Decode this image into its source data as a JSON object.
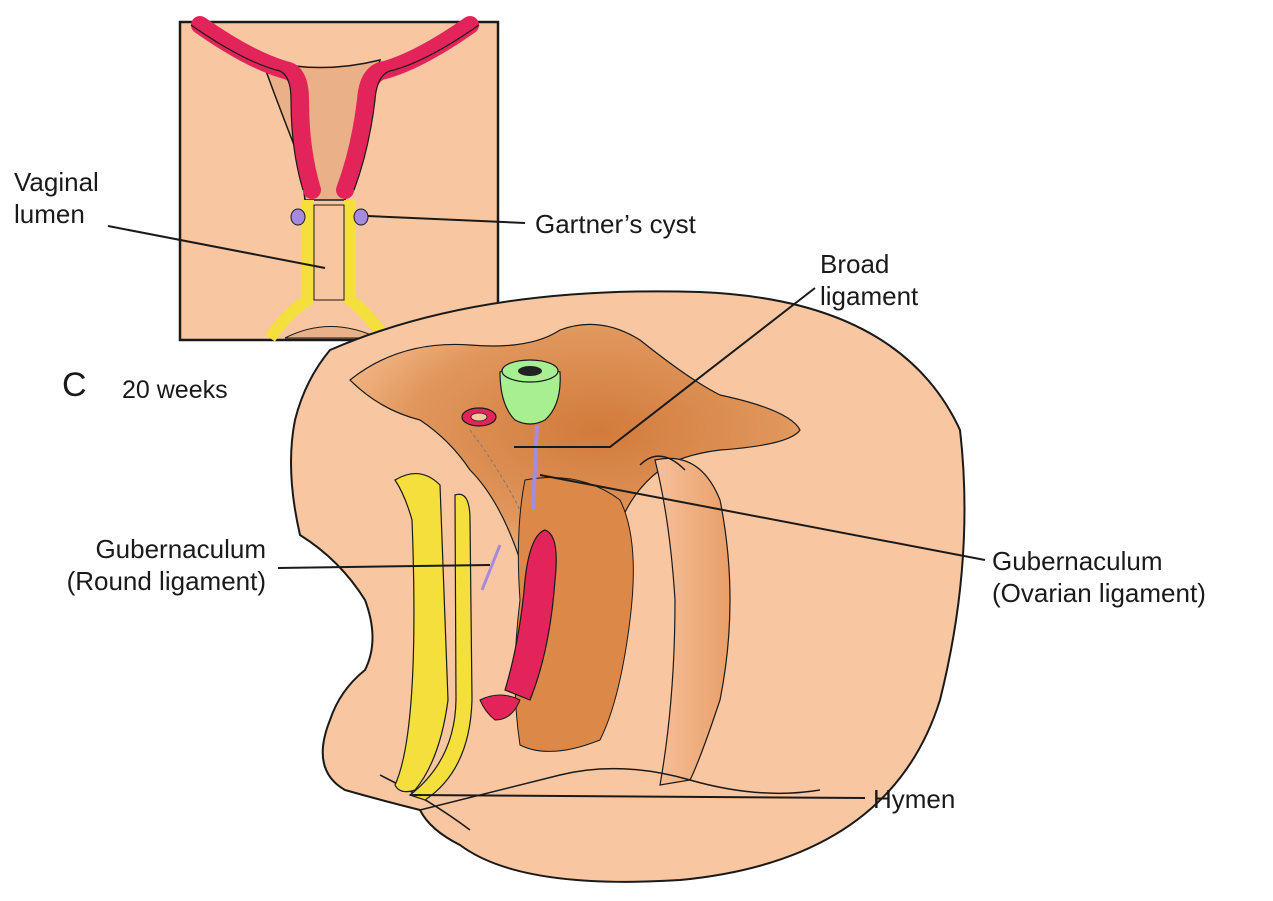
{
  "figure": {
    "panel_letter": "C",
    "stage": "20 weeks"
  },
  "labels": {
    "vaginal_lumen": [
      "Vaginal",
      "lumen"
    ],
    "gartners_cyst": "Gartner’s cyst",
    "broad_ligament": [
      "Broad",
      "ligament"
    ],
    "gubernaculum_round": [
      "Gubernaculum",
      "(Round ligament)"
    ],
    "gubernaculum_ovarian": [
      "Gubernaculum",
      "(Ovarian ligament)"
    ],
    "hymen": "Hymen"
  },
  "colors": {
    "tissue_light": "#f8c6a0",
    "tissue_dark": "#d9874a",
    "duct_red": "#e3245a",
    "duct_yellow": "#f5df3c",
    "ovary_green": "#a8ef92",
    "cyst_purple": "#a58be0",
    "outline": "#1a1a1a"
  }
}
